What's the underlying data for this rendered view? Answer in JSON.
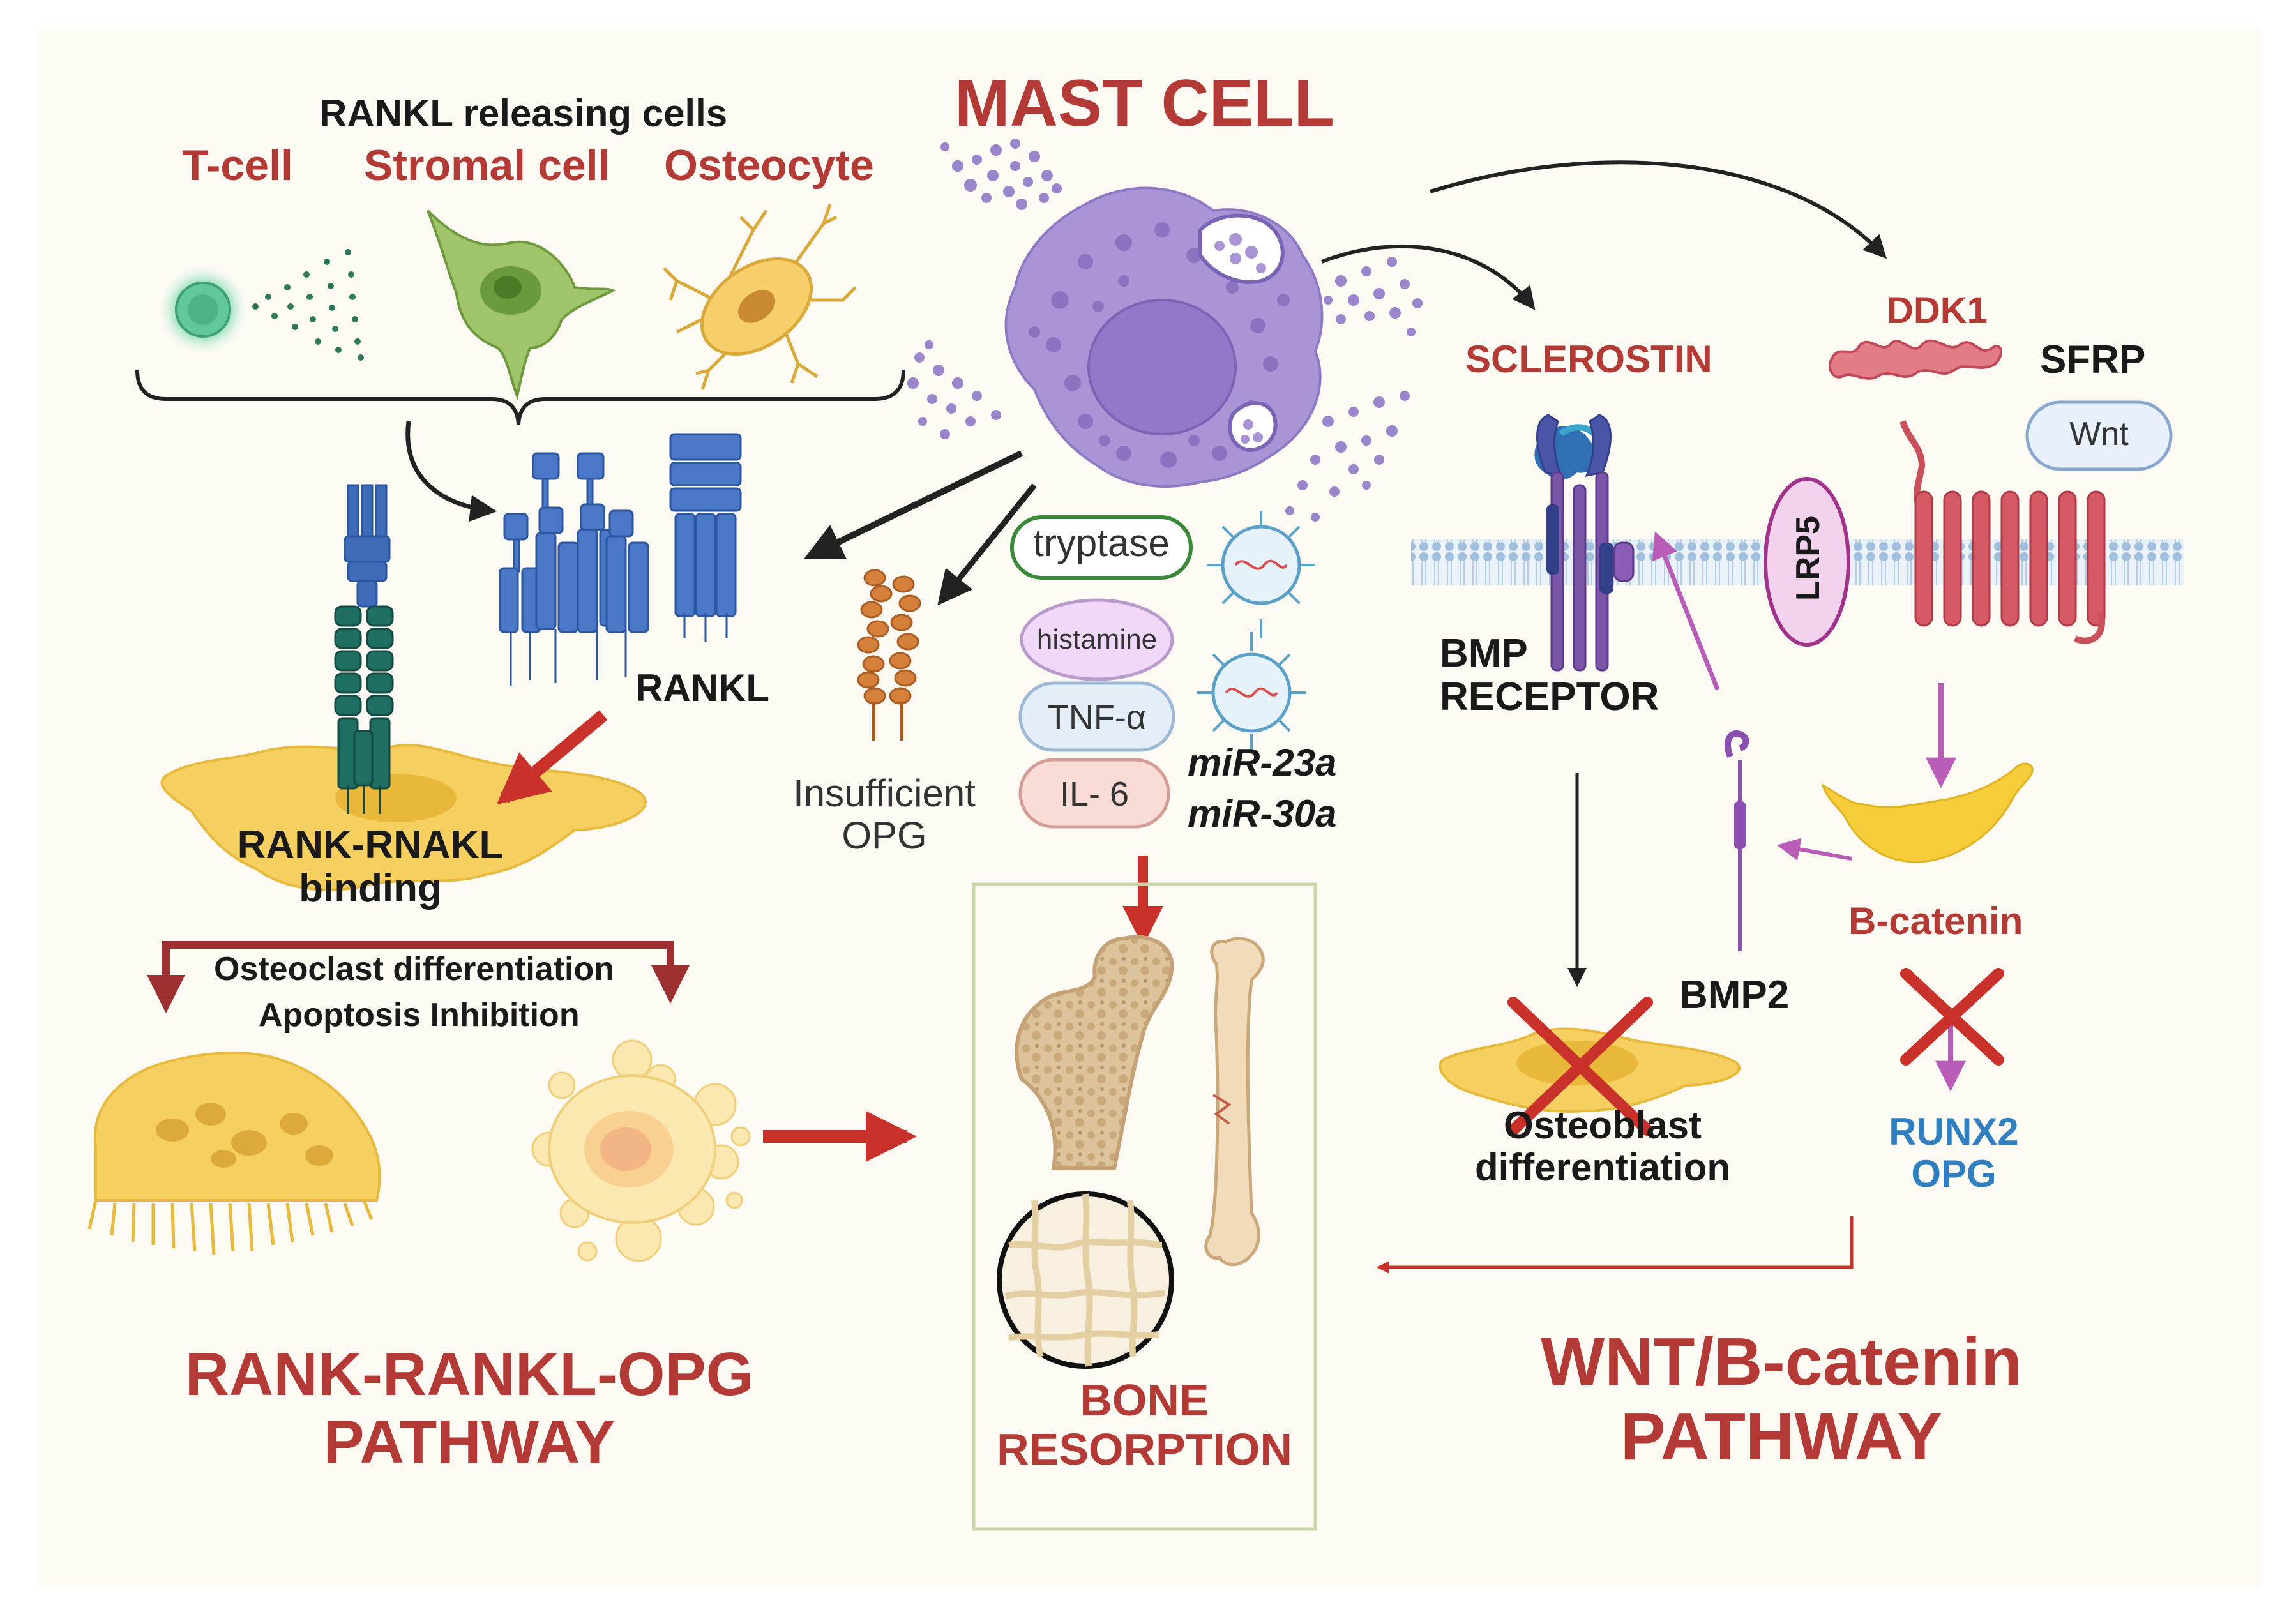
{
  "colors": {
    "title_red": "#b33a35",
    "arrow_red": "#c8322a",
    "arrow_dark_red": "#9c2f2f",
    "magenta_arrow": "#b85cb8",
    "receptor_blue": "#3f6cb8",
    "rank_green": "#1f6e62",
    "mast_cell_purple": "#a995d6",
    "osteoclast_yellow": "#f5d061",
    "membrane_blue": "#9fbfdc",
    "runx2_blue": "#2f7fc1",
    "bone_tan": "#e8d0ac",
    "box_green": "#c8d6a8"
  },
  "header": {
    "mast_cell": "MAST CELL",
    "rankl_releasing_cells": "RANKL releasing cells",
    "t_cell": "T-cell",
    "stromal_cell": "Stromal cell",
    "osteocyte": "Osteocyte"
  },
  "left": {
    "rankl": "RANKL",
    "rank_rankl_binding_line1": "RANK-RNAKL",
    "rank_rankl_binding_line2": "binding",
    "osteoclast_differentiation": "Osteoclast differentiation",
    "apoptosis_inhibition": "Apoptosis Inhibition",
    "pathway_line1": "RANK-RANKL-OPG",
    "pathway_line2": "PATHWAY"
  },
  "center": {
    "insufficient_line1": "Insufficient",
    "insufficient_line2": "OPG",
    "mediators": [
      "tryptase",
      "histamine",
      "TNF-α",
      "IL- 6"
    ],
    "mirna": [
      "miR-23a",
      "miR-30a"
    ],
    "bone_resorption_line1": "BONE",
    "bone_resorption_line2": "RESORPTION"
  },
  "right": {
    "sclerostin": "SCLEROSTIN",
    "ddk1": "DDK1",
    "sfrp": "SFRP",
    "wnt": "Wnt",
    "lrp5": "LRP5",
    "bmp_receptor_line1": "BMP",
    "bmp_receptor_line2": "RECEPTOR",
    "bmp2": "BMP2",
    "b_catenin": "B-catenin",
    "runx2": "RUNX2",
    "opg": "OPG",
    "osteoblast_line1": "Osteoblast",
    "osteoblast_line2": "differentiation",
    "pathway_line1": "WNT/B-catenin",
    "pathway_line2": "PATHWAY"
  }
}
